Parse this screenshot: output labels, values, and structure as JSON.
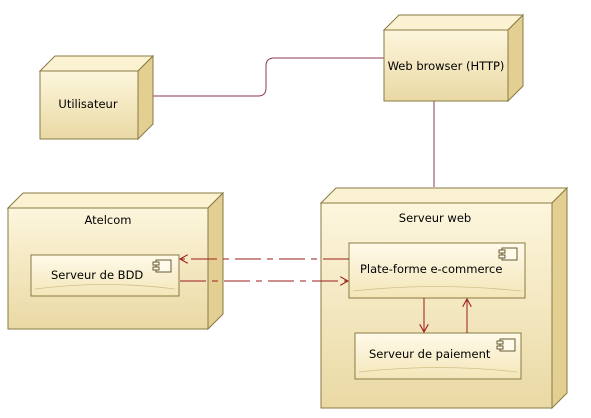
{
  "nodes": {
    "utilisateur": {
      "label": "Utilisateur"
    },
    "web_browser": {
      "label": "Web browser (HTTP)"
    },
    "atelcom": {
      "label": "Atelcom"
    },
    "serveur_web": {
      "label": "Serveur web"
    }
  },
  "components": {
    "serveur_bdd": {
      "label": "Serveur de BDD"
    },
    "plateforme": {
      "label": "Plate-forme e-commerce"
    },
    "serveur_paiement": {
      "label": "Serveur de paiement"
    }
  },
  "colors": {
    "node_fill": "#f6eac3",
    "node_fill_dark": "#e7d49a",
    "node_stroke": "#8a7a43",
    "component_fill": "#fbf3d6",
    "association_line": "#8b3a55",
    "dependency_line": "#9b1c1c"
  }
}
